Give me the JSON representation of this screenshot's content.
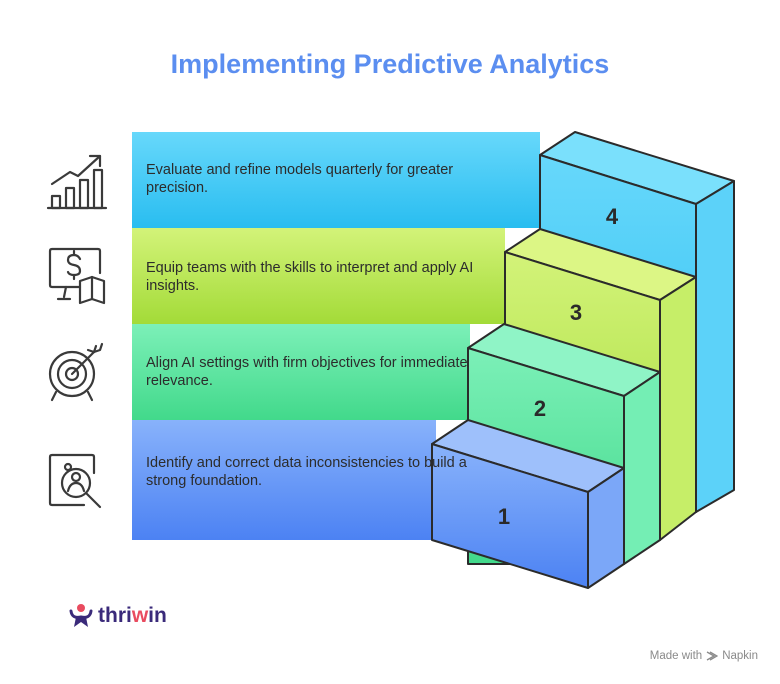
{
  "title": "Implementing Predictive Analytics",
  "steps": [
    {
      "number": "1",
      "text": "Identify and correct data inconsistencies to build a strong foundation.",
      "icon": "data-audit-icon",
      "color": "#6e9cf7"
    },
    {
      "number": "2",
      "text": "Align AI settings with firm objectives for immediate relevance.",
      "icon": "target-icon",
      "color": "#5fe3a3"
    },
    {
      "number": "3",
      "text": "Equip teams with the skills to interpret and apply AI insights.",
      "icon": "training-icon",
      "color": "#bde85a"
    },
    {
      "number": "4",
      "text": "Evaluate and refine models quarterly for greater precision.",
      "icon": "growth-chart-icon",
      "color": "#4fcdf5"
    }
  ],
  "brand": {
    "prefix": "thri",
    "accent": "w",
    "suffix": "in"
  },
  "footer": {
    "made_with": "Made with",
    "tool": "Napkin"
  }
}
